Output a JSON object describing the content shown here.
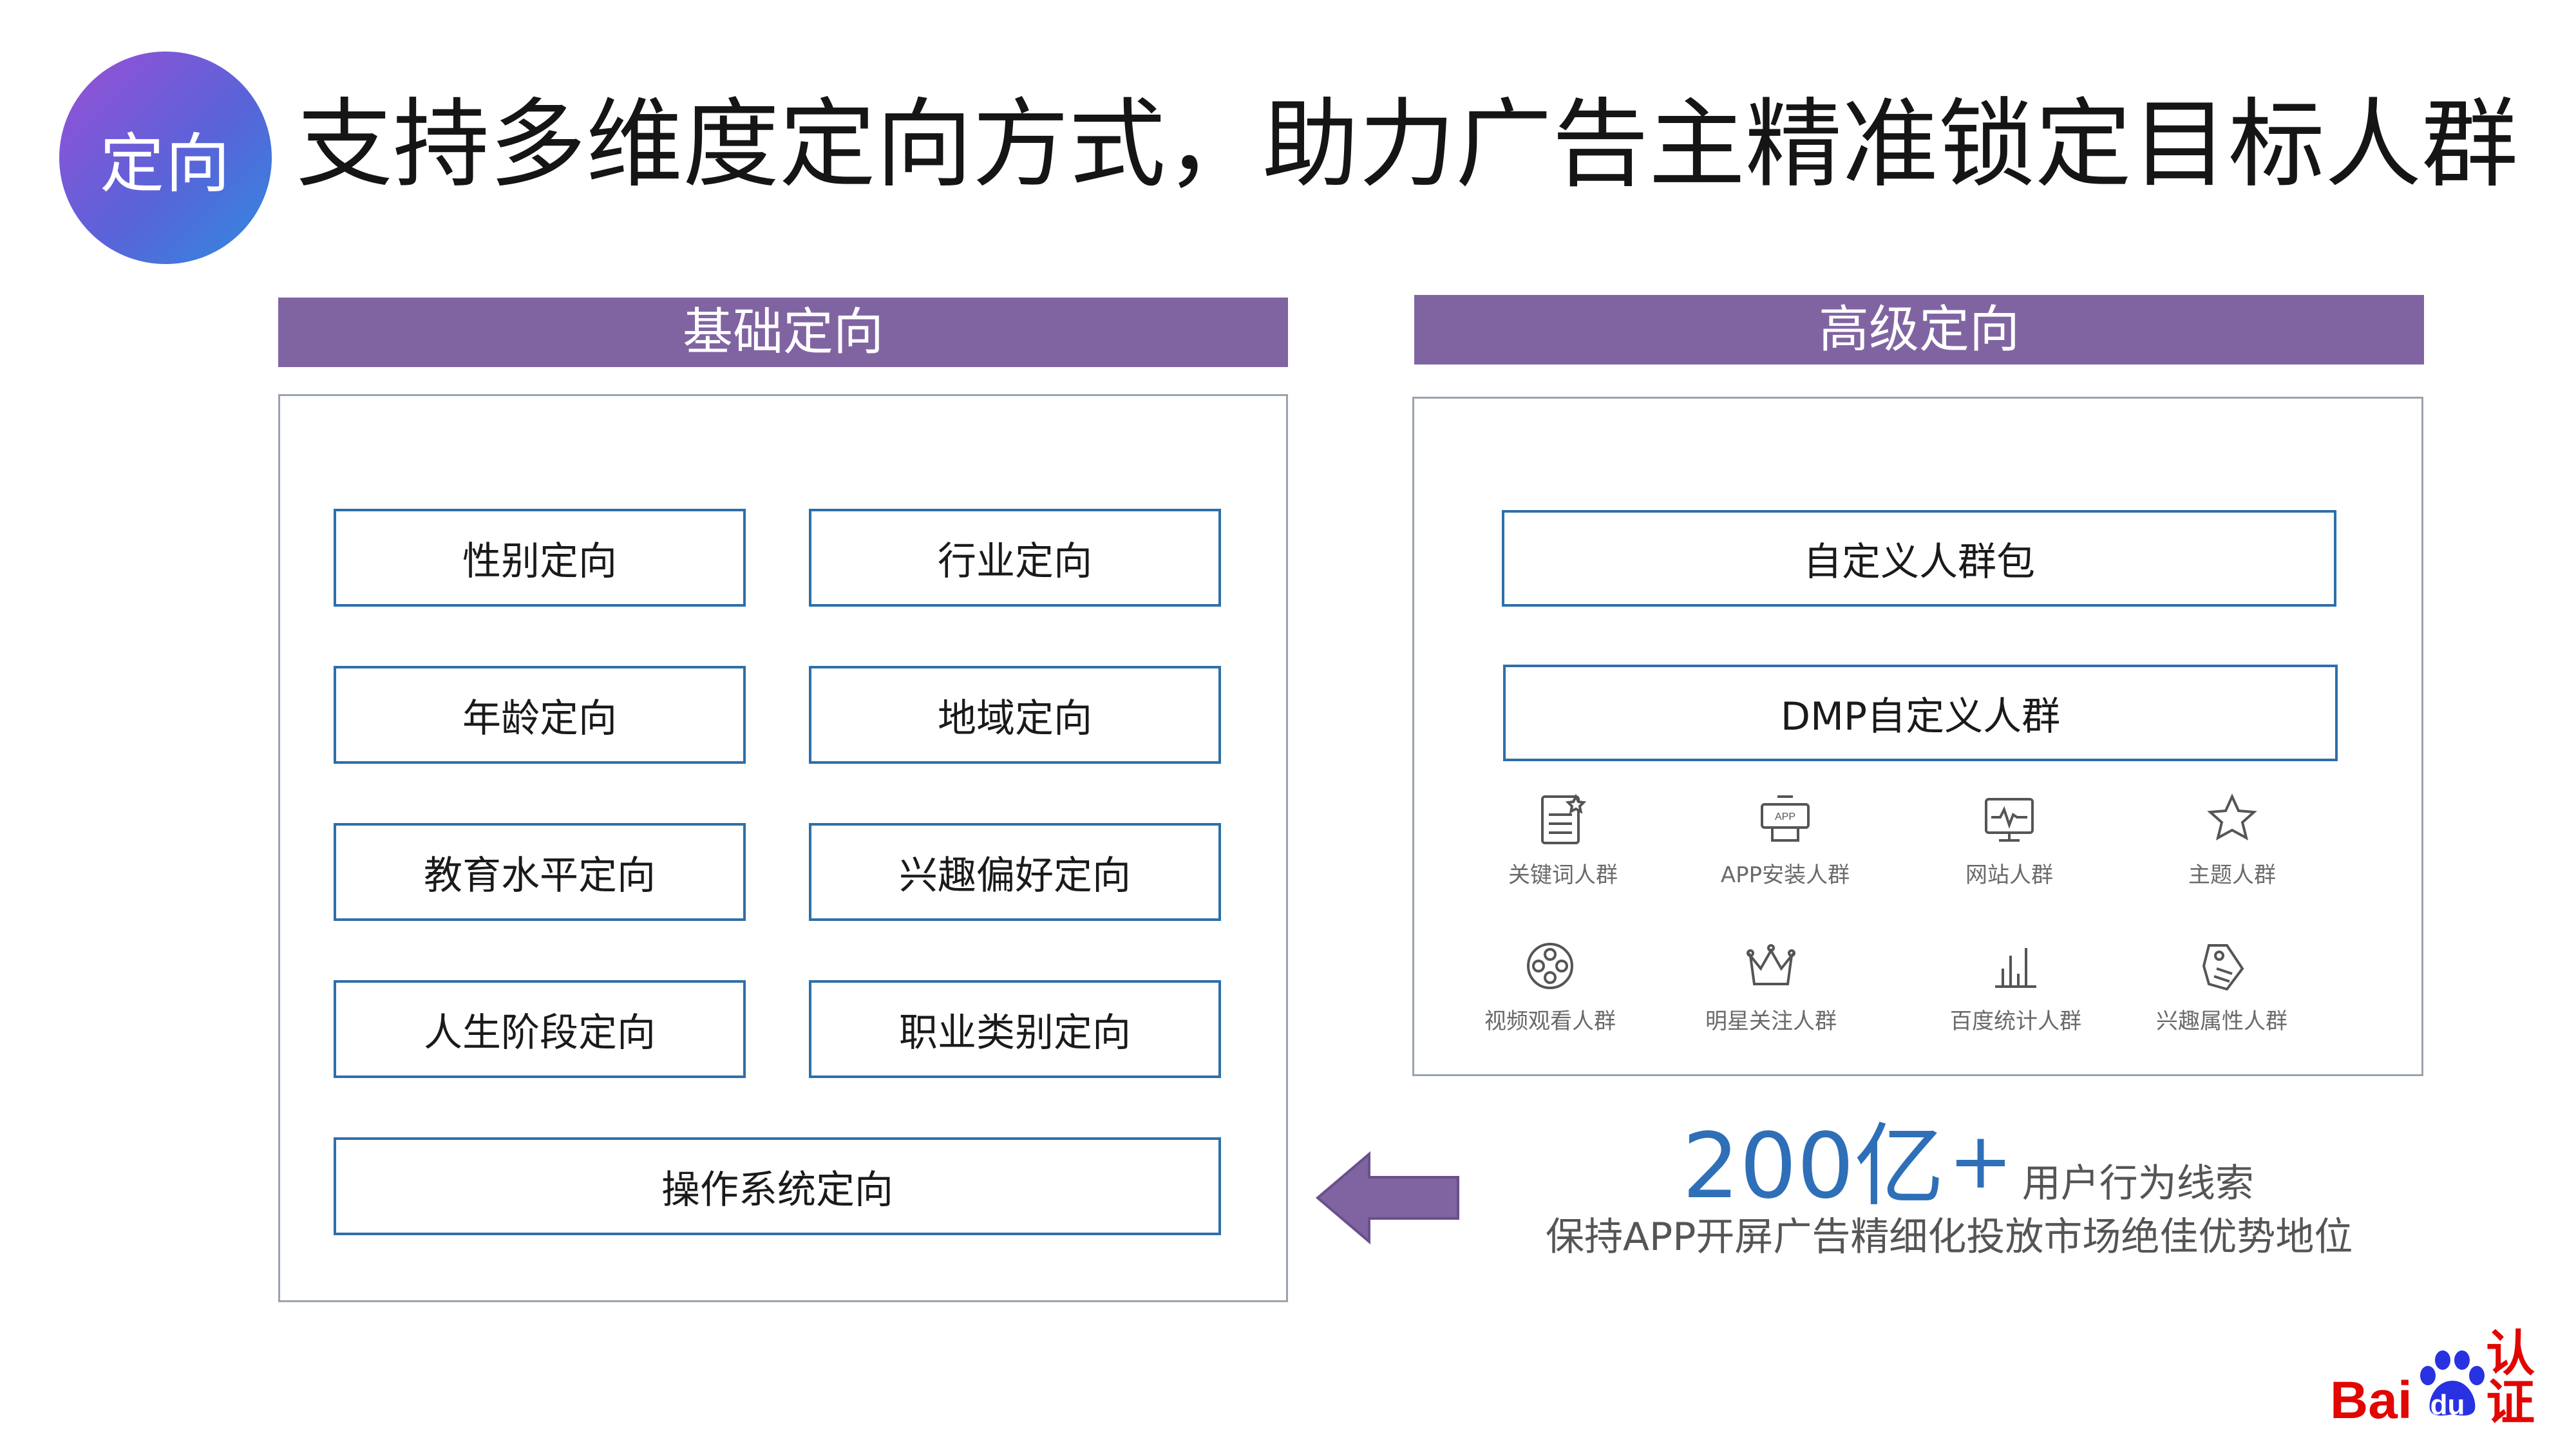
{
  "badge": {
    "label": "定向"
  },
  "title": "支持多维度定向方式，助力广告主精准锁定目标人群",
  "basic": {
    "header": "基础定向",
    "items": [
      "性别定向",
      "行业定向",
      "年龄定向",
      "地域定向",
      "教育水平定向",
      "兴趣偏好定向",
      "人生阶段定向",
      "职业类别定向"
    ],
    "wide_item": "操作系统定向"
  },
  "advanced": {
    "header": "高级定向",
    "items": [
      "自定义人群包",
      "DMP自定义人群"
    ],
    "categories": [
      {
        "label": "关键词人群",
        "icon": "keyword-doc-icon"
      },
      {
        "label": "APP安装人群",
        "icon": "app-install-icon"
      },
      {
        "label": "网站人群",
        "icon": "website-monitor-icon"
      },
      {
        "label": "主题人群",
        "icon": "star-icon"
      },
      {
        "label": "视频观看人群",
        "icon": "film-reel-icon"
      },
      {
        "label": "明星关注人群",
        "icon": "crown-icon"
      },
      {
        "label": "百度统计人群",
        "icon": "bar-chart-icon"
      },
      {
        "label": "兴趣属性人群",
        "icon": "tag-icon"
      }
    ]
  },
  "stats": {
    "number": "200亿",
    "plus": "+",
    "unit_text": "用户行为线索",
    "line2": "保持APP开屏广告精细化投放市场绝佳优势地位"
  },
  "logo": {
    "bai": "Bai",
    "du": "du",
    "cert": "认证"
  },
  "colors": {
    "header_purple": "#8064a2",
    "button_border": "#2e6fa8",
    "stat_blue": "#2e6fb8",
    "logo_red": "#e10602",
    "logo_blue": "#2932e1"
  }
}
